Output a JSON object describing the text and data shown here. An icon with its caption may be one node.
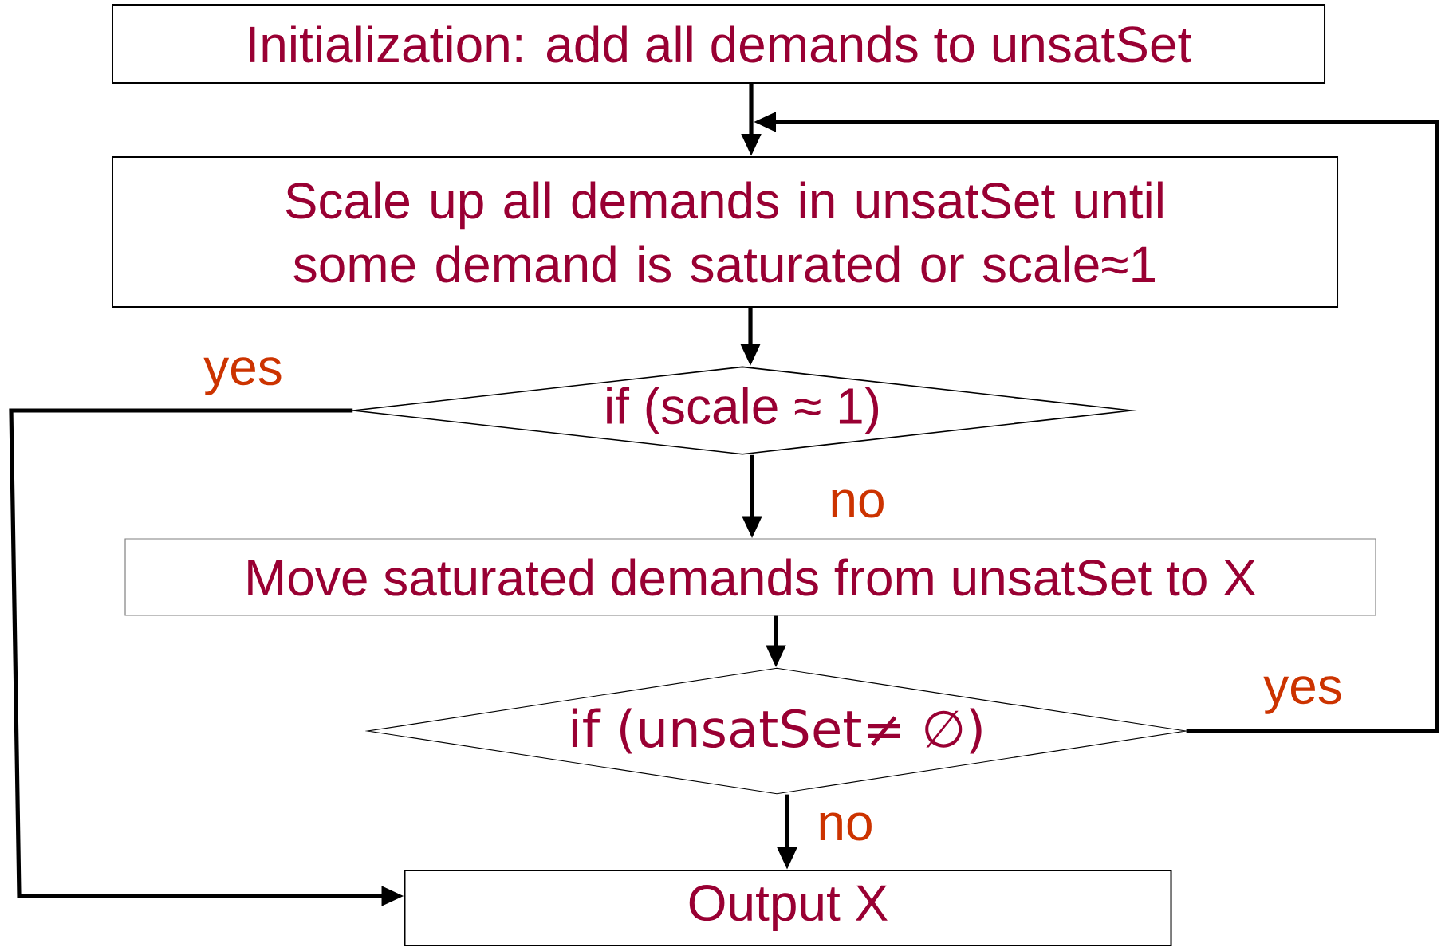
{
  "diagram": {
    "nodes": [
      {
        "text": [
          "Initialization: add all demands to unsatSet"
        ]
      },
      {
        "text": [
          "Scale up all demands in unsatSet until some demand is saturated or scale≈1"
        ]
      },
      {
        "text": [
          "if (scale ≈ 1)"
        ]
      },
      {
        "text": [
          "Move saturated demands from unsatSet to X"
        ]
      },
      {
        "text": [
          "if (unsatSet≠ ∅)"
        ]
      },
      {
        "text": [
          "Output X"
        ]
      }
    ],
    "edges": [
      {
        "from": 0,
        "to": 1,
        "arrow": "to"
      },
      {
        "from": 1,
        "to": 2,
        "arrow": "to"
      },
      {
        "from": 2,
        "to": 3,
        "arrow": "to",
        "label": "no"
      },
      {
        "from": 3,
        "to": 4,
        "arrow": "to"
      },
      {
        "from": 4,
        "to": 5,
        "arrow": "to",
        "label": "no"
      },
      {
        "from": 4,
        "to": 1,
        "arrow": "to",
        "label": "yes"
      },
      {
        "from": 2,
        "to": 5,
        "arrow": "to",
        "label": "yes"
      }
    ]
  }
}
